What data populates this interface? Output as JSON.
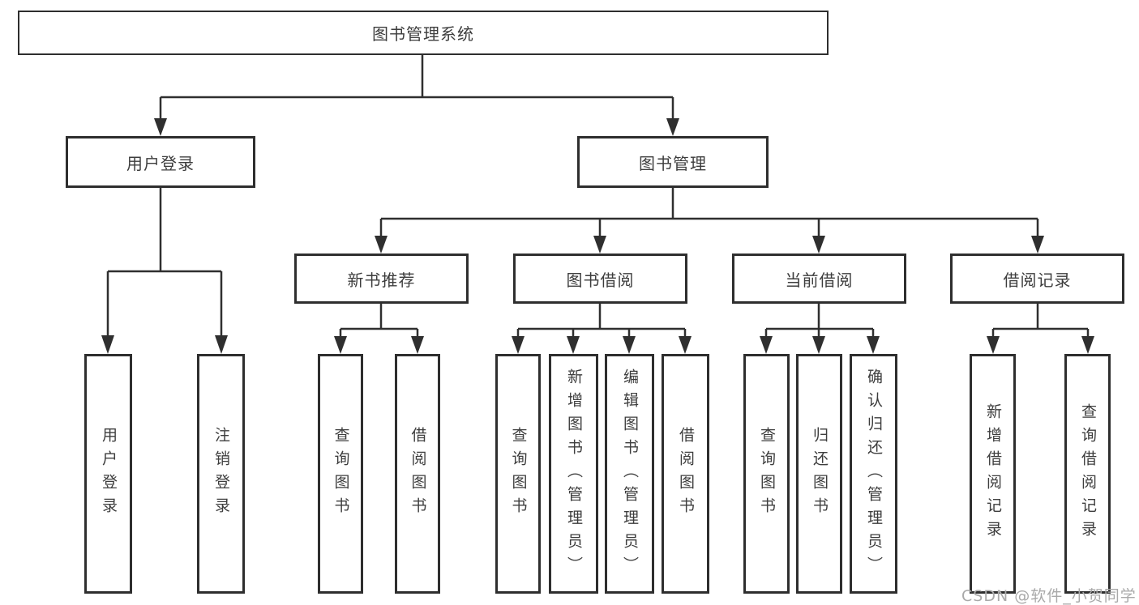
{
  "diagram_title": "图书管理系统",
  "colors": {
    "line": "#2f2f2f",
    "box_border": "#2e2e2e",
    "text": "#3d3d3d",
    "watermark": "#a9a9a9",
    "background": "#ffffff"
  },
  "tree": {
    "root": {
      "label": "图书管理系统"
    },
    "level2": [
      {
        "id": "user-login",
        "label": "用户登录"
      },
      {
        "id": "book-management",
        "label": "图书管理"
      }
    ],
    "level3": [
      {
        "id": "new-book-recommend",
        "parent": "图书管理",
        "label": "新书推荐"
      },
      {
        "id": "book-borrow",
        "parent": "图书管理",
        "label": "图书借阅"
      },
      {
        "id": "current-borrow",
        "parent": "图书管理",
        "label": "当前借阅"
      },
      {
        "id": "borrow-records",
        "parent": "图书管理",
        "label": "借阅记录"
      }
    ],
    "leaves": [
      {
        "parent": "用户登录",
        "label": "用户登录"
      },
      {
        "parent": "用户登录",
        "label": "注销登录"
      },
      {
        "parent": "新书推荐",
        "label": "查询图书"
      },
      {
        "parent": "新书推荐",
        "label": "借阅图书"
      },
      {
        "parent": "图书借阅",
        "label": "查询图书"
      },
      {
        "parent": "图书借阅",
        "label": "新增图书（管理员）"
      },
      {
        "parent": "图书借阅",
        "label": "编辑图书（管理员）"
      },
      {
        "parent": "图书借阅",
        "label": "借阅图书"
      },
      {
        "parent": "当前借阅",
        "label": "查询图书"
      },
      {
        "parent": "当前借阅",
        "label": "归还图书"
      },
      {
        "parent": "当前借阅",
        "label": "确认归还（管理员）"
      },
      {
        "parent": "借阅记录",
        "label": "新增借阅记录"
      },
      {
        "parent": "借阅记录",
        "label": "查询借阅记录"
      }
    ]
  },
  "watermark": {
    "text": "CSDN @软件_小贺同学"
  }
}
